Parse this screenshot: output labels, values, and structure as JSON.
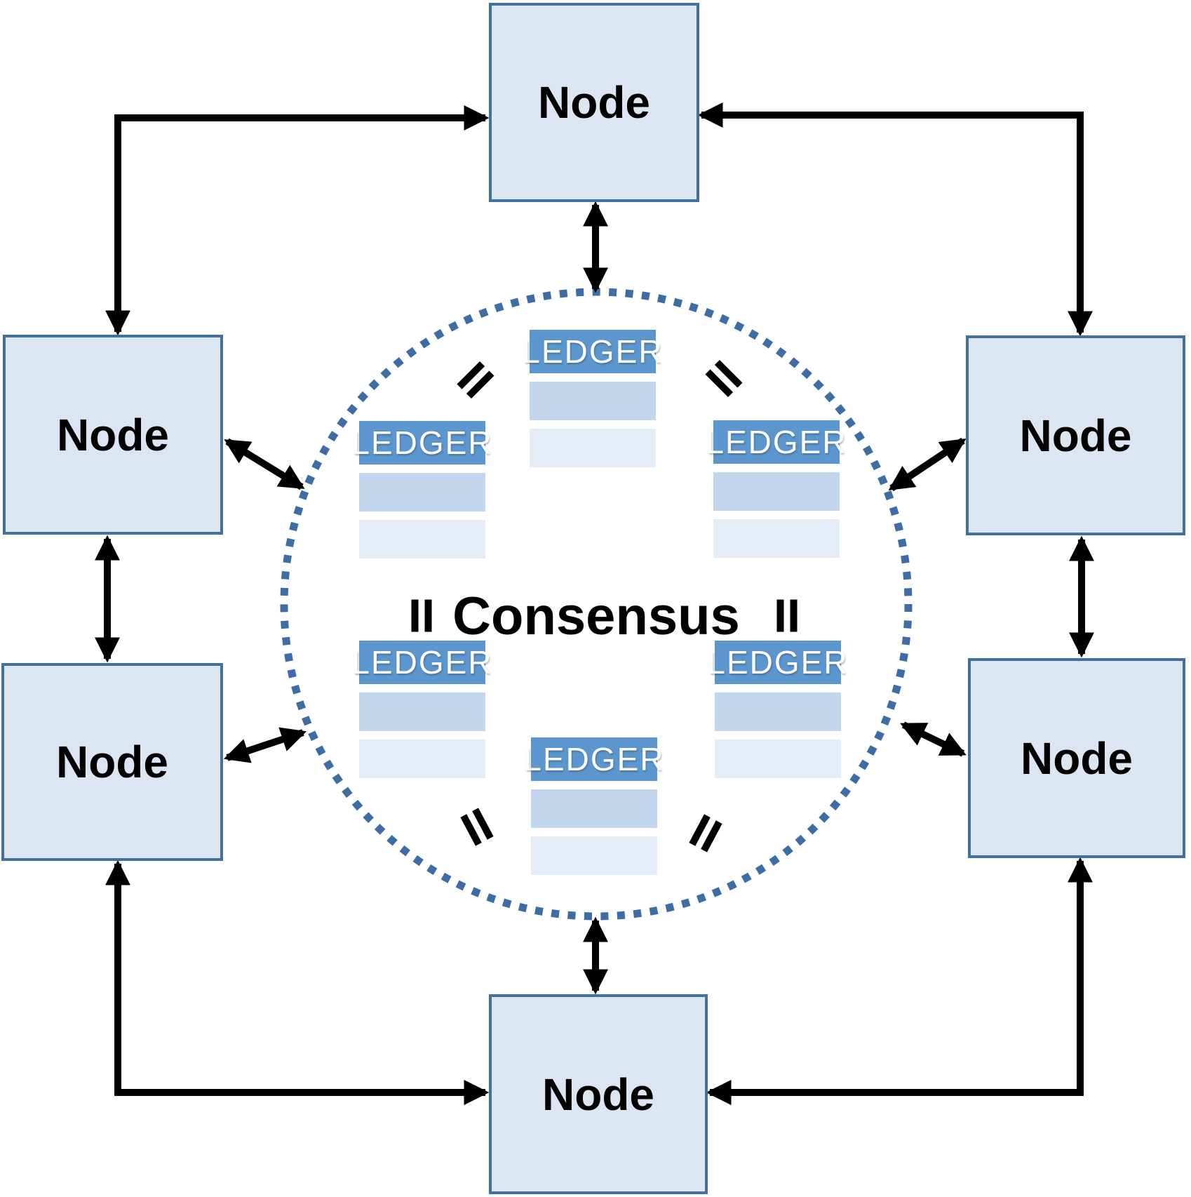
{
  "diagram": {
    "consensus_label": "Consensus",
    "nodes": [
      {
        "id": "top",
        "label": "Node"
      },
      {
        "id": "upper-left",
        "label": "Node"
      },
      {
        "id": "upper-right",
        "label": "Node"
      },
      {
        "id": "lower-left",
        "label": "Node"
      },
      {
        "id": "lower-right",
        "label": "Node"
      },
      {
        "id": "bottom",
        "label": "Node"
      }
    ],
    "ledgers": [
      {
        "id": "top-center",
        "label": "LEDGER"
      },
      {
        "id": "upper-left",
        "label": "LEDGER"
      },
      {
        "id": "upper-right",
        "label": "LEDGER"
      },
      {
        "id": "lower-left",
        "label": "LEDGER"
      },
      {
        "id": "lower-right",
        "label": "LEDGER"
      },
      {
        "id": "bottom-center",
        "label": "LEDGER"
      }
    ],
    "colors": {
      "node_fill": "#dce6f2",
      "node_border": "#41719c",
      "ledger_header": "#5b96cf",
      "ledger_row_medium": "#c2d6ed",
      "ledger_row_light": "#e3ecf7",
      "circle_dots": "#3e6da6",
      "arrow": "#000000",
      "ledger_text": "#ffffff"
    }
  }
}
